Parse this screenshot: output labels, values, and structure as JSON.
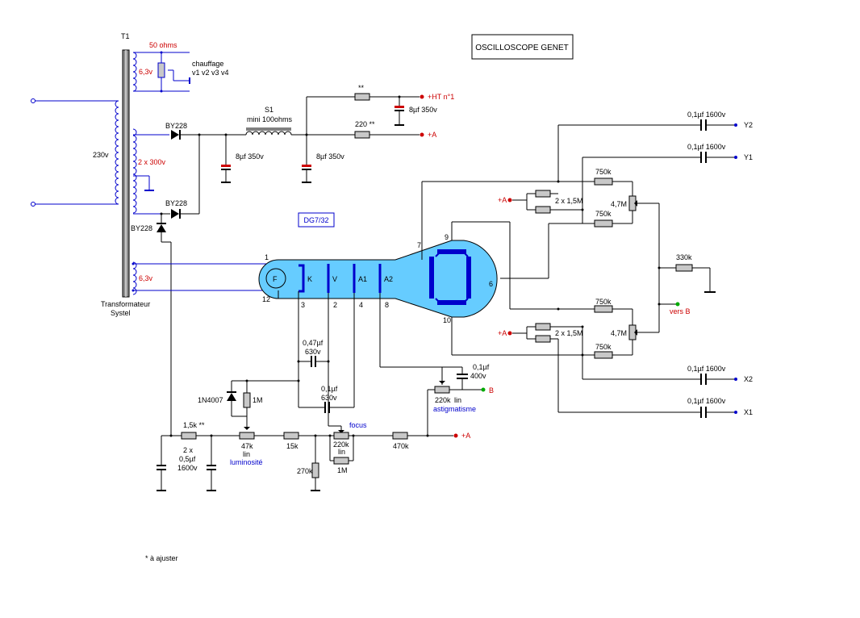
{
  "title": "OSCILLOSCOPE GENET",
  "transformer": {
    "ref": "T1",
    "heater_resistor": "50 ohms",
    "heater_voltage_1": "6,3v",
    "heater_label_1": "chauffage",
    "heater_label_2": "v1 v2 v3 v4",
    "primary_voltage": "230v",
    "secondary_voltage": "2 x 300v",
    "heater_voltage_2": "6,3v",
    "maker_line1": "Transformateur",
    "maker_line2": "Systel"
  },
  "diodes": {
    "d1": "BY228",
    "d2": "BY228",
    "d3": "BY228",
    "d4": "1N4007"
  },
  "choke": {
    "ref": "S1",
    "value": "mini 100ohms"
  },
  "caps": {
    "c1": "8µf 350v",
    "c2": "8µf 350v",
    "c3": "8µf 350v",
    "c_k1": "0,47µf",
    "c_k2": "630v",
    "c_f1": "0,1µf",
    "c_f2": "630v",
    "c_a1": "0,1µf",
    "c_a2": "400v",
    "c_y2": "0,1µf 1600v",
    "c_y1": "0,1µf 1600v",
    "c_x2": "0,1µf 1600v",
    "c_x1": "0,1µf 1600v",
    "c_in1": "2 x",
    "c_in2": "0,5µf",
    "c_in3": "1600v"
  },
  "supply": {
    "marker_star": "**",
    "r_ht": "220 **",
    "ht_label": "+HT n°1",
    "a_label": "+A"
  },
  "tube": {
    "name": "DG7/32",
    "electrodes": {
      "f": "F",
      "k": "K",
      "v": "V",
      "a1": "A1",
      "a2": "A2"
    },
    "pins": {
      "p1": "1",
      "p12": "12",
      "p3": "3",
      "p2": "2",
      "p4": "4",
      "p8": "8",
      "p7": "7",
      "p9": "9",
      "p10": "10",
      "p6": "6"
    }
  },
  "divider": {
    "r1": "1,5k **",
    "r_1m": "1M",
    "pot_lum": "47k",
    "pot_lum_law": "lin",
    "pot_lum_name": "luminosité",
    "r_15k": "15k",
    "r_270k": "270k",
    "pot_focus_name": "focus",
    "pot_focus": "220k",
    "pot_focus_law": "lin",
    "r_1m_b": "1M",
    "r_470k": "470k",
    "a_label": "+A",
    "pot_ast": "220k",
    "pot_ast_law": "lin",
    "pot_ast_name": "astigmatisme",
    "b_label": "B"
  },
  "deflection": {
    "a_top": "+A",
    "pair_top": "2 x 1,5M",
    "r750_1": "750k",
    "r750_2": "750k",
    "pot_top": "4,7M",
    "a_bot": "+A",
    "pair_bot": "2 x 1,5M",
    "r750_3": "750k",
    "r750_4": "750k",
    "pot_bot": "4,7M",
    "r_330k": "330k",
    "vers_b": "vers B",
    "y2": "Y2",
    "y1": "Y1",
    "x2": "X2",
    "x1": "X1"
  },
  "footnote": "* à ajuster"
}
